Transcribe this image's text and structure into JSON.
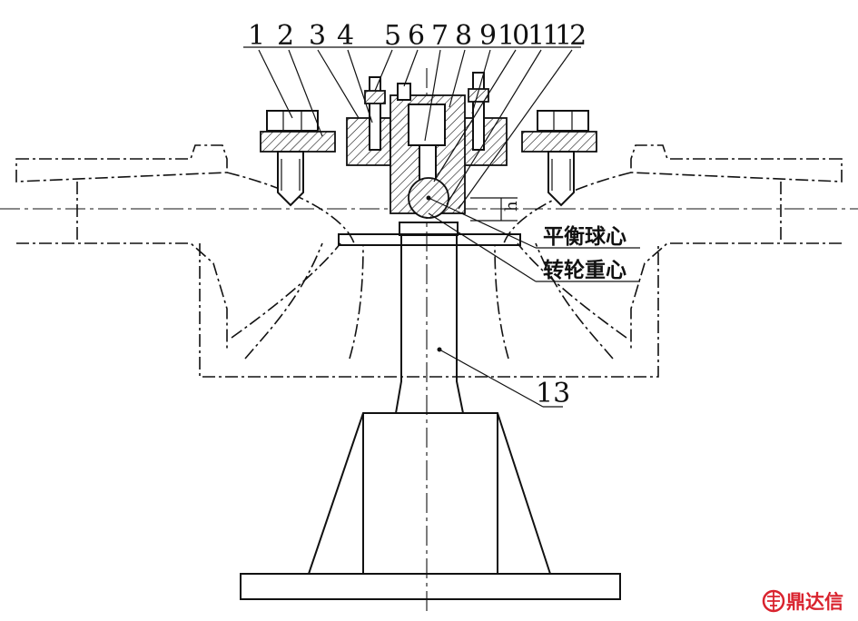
{
  "part_numbers": [
    "1",
    "2",
    "3",
    "4",
    "5",
    "6",
    "7",
    "8",
    "9",
    "10",
    "11",
    "12"
  ],
  "part_13": "13",
  "dimension_label": "h",
  "annotations": {
    "balance_sphere_center": "平衡球心",
    "runner_center_of_gravity": "转轮重心"
  },
  "watermark": {
    "text": "鼎达信",
    "color": "#d9232e"
  }
}
